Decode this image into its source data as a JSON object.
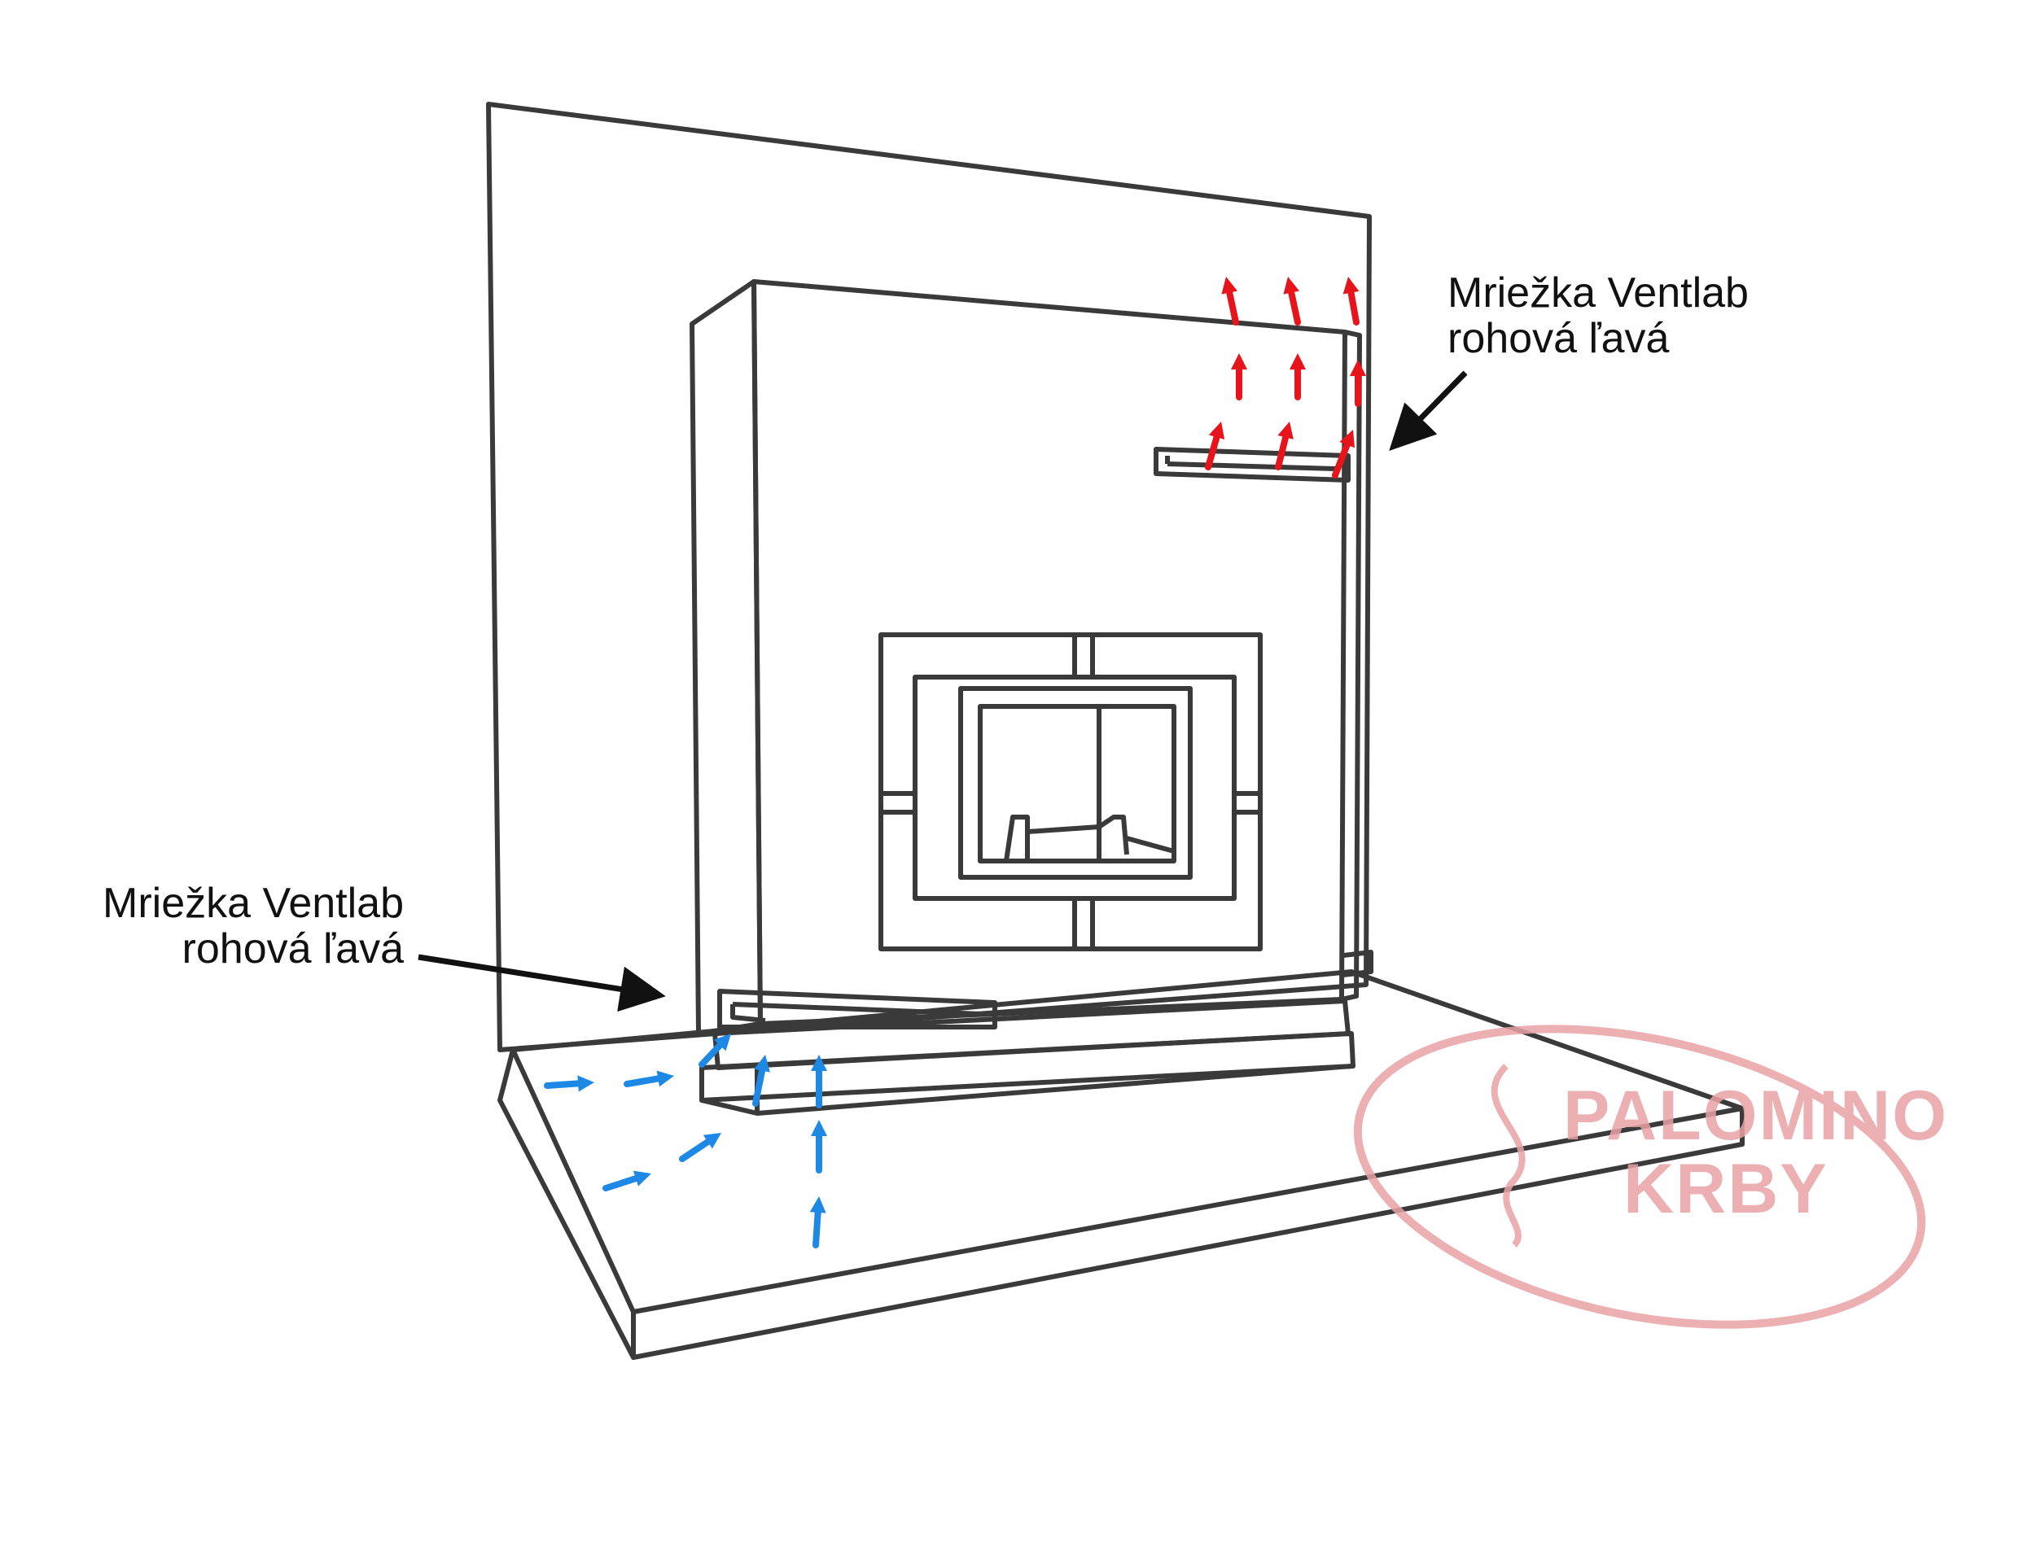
{
  "labels": {
    "top_right": {
      "line1": "Mriežka Ventlab",
      "line2": "rohová ľavá"
    },
    "bottom_left": {
      "line1": "Mriežka Ventlab",
      "line2": "rohová ľavá"
    }
  },
  "watermark": {
    "line1": "PALOMINO",
    "line2": "KRBY"
  },
  "colors": {
    "outline": "#3a3a3a",
    "cold_air": "#1e88e5",
    "warm_air": "#e8141b",
    "watermark": "#e9a3a6"
  }
}
